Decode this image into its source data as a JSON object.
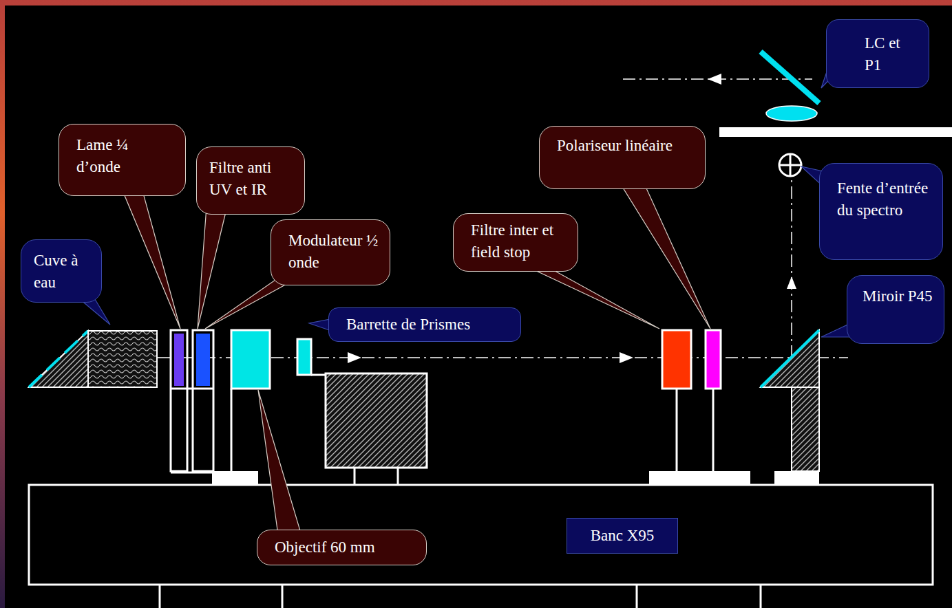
{
  "diagram": {
    "nodes": [
      {
        "text": [
          "LC et P1"
        ]
      },
      {
        "text": [
          "Lame ¼ d’onde"
        ]
      },
      {
        "text": [
          "Polariseur linéaire"
        ]
      },
      {
        "text": [
          "Filtre anti UV et IR"
        ]
      },
      {
        "text": [
          "Fente d’entrée du spectro"
        ]
      },
      {
        "text": [
          "Filtre inter et field stop"
        ]
      },
      {
        "text": [
          "Modulateur ½ onde"
        ]
      },
      {
        "text": [
          "Cuve à eau"
        ]
      },
      {
        "text": [
          "Miroir P45"
        ]
      },
      {
        "text": [
          "Barrette de Prismes"
        ]
      },
      {
        "text": [
          "Banc X95"
        ]
      },
      {
        "text": [
          "Objectif 60 mm"
        ]
      }
    ]
  }
}
